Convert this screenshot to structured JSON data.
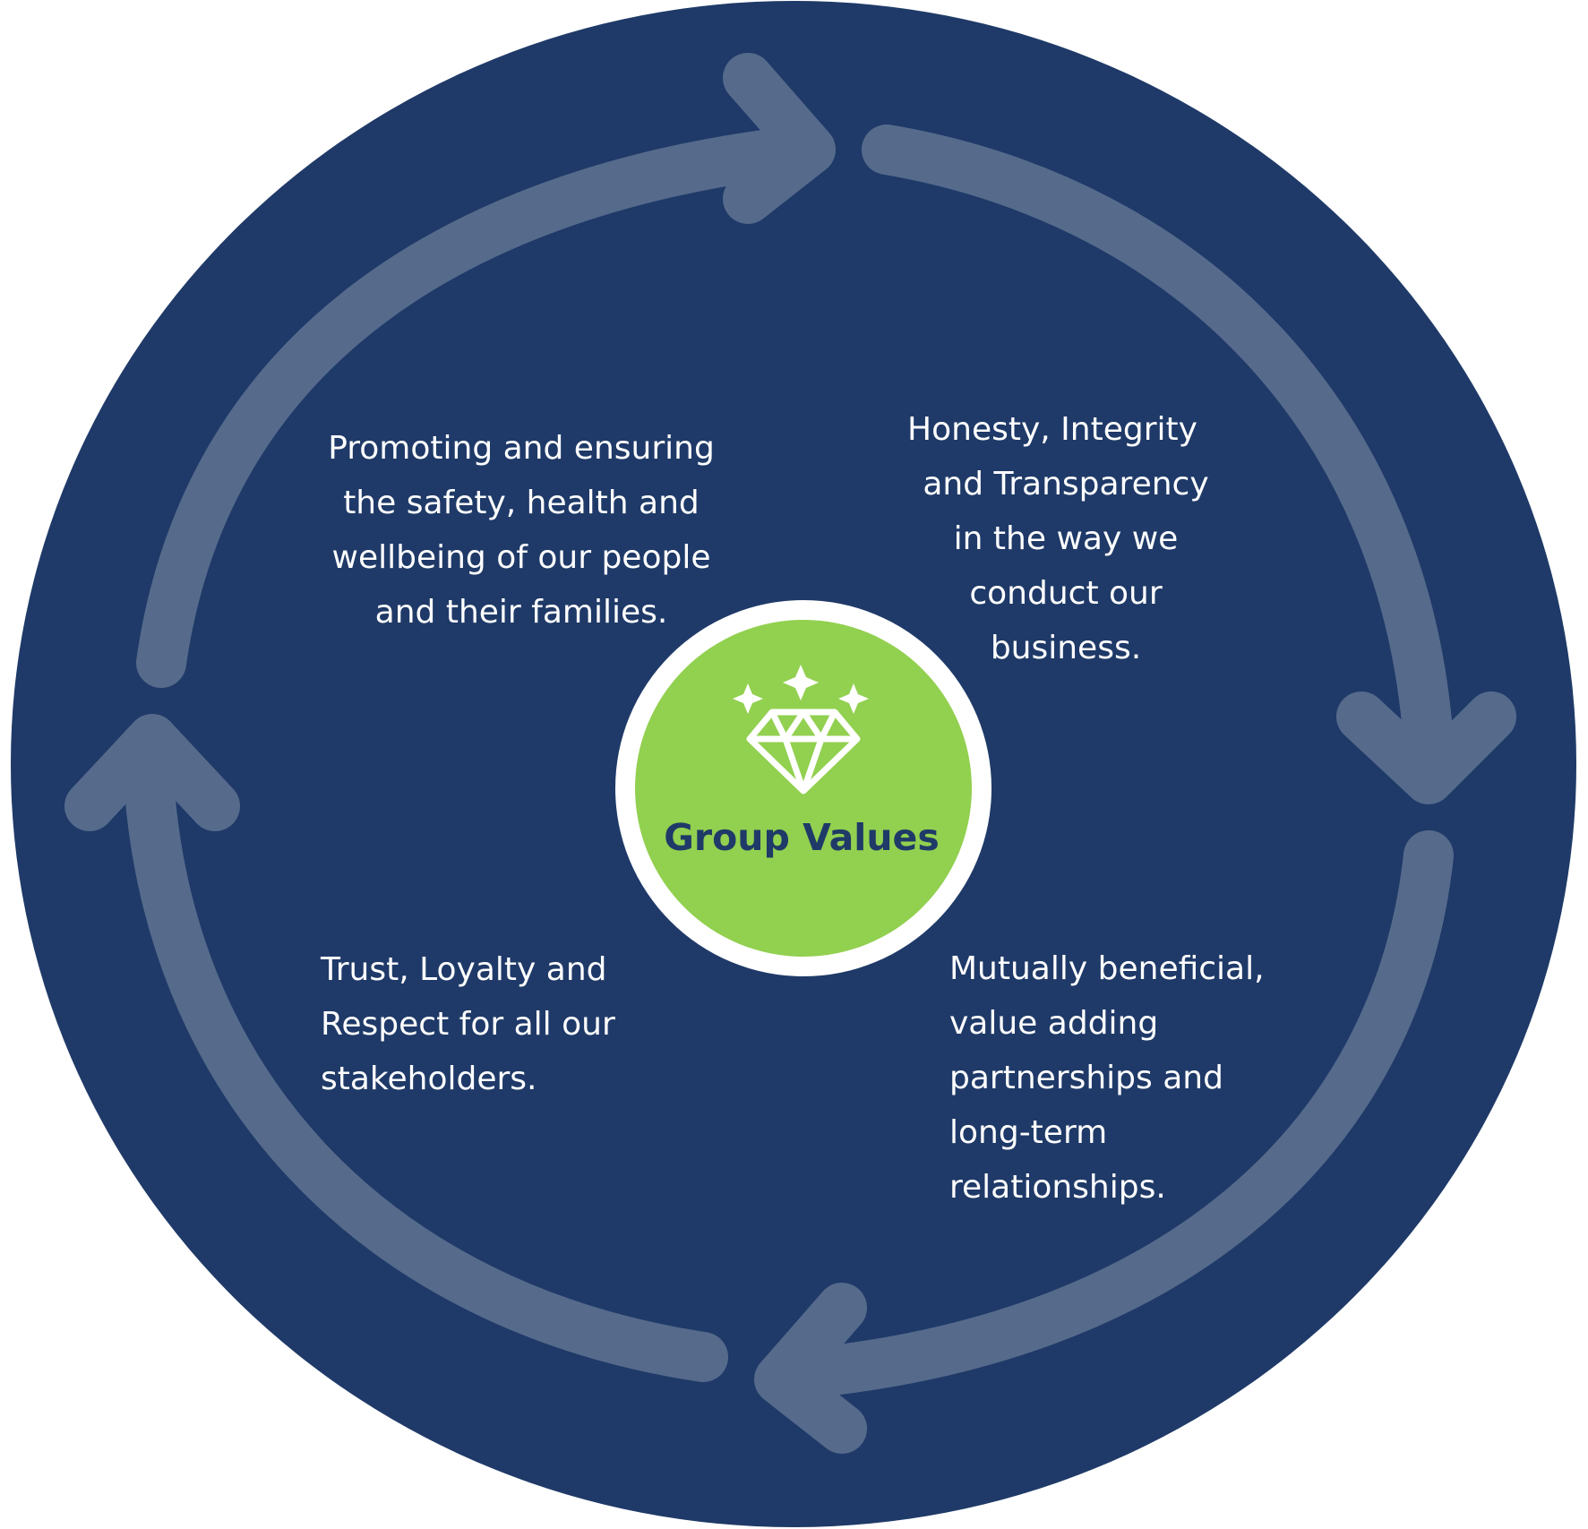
{
  "center": {
    "title": "Group Values",
    "icon": "diamond-icon"
  },
  "values": [
    {
      "id": "safety",
      "lines": [
        "Promoting and ensuring",
        "the safety, health and",
        "wellbeing of our people",
        "and their families."
      ]
    },
    {
      "id": "honesty",
      "lines": [
        "Honesty, Integrity",
        "and Transparency",
        "in the way we",
        "conduct our",
        "business."
      ]
    },
    {
      "id": "partnerships",
      "lines": [
        "Mutually beneficial,",
        "value adding",
        "partnerships and",
        "long-term",
        "relationships."
      ]
    },
    {
      "id": "trust",
      "lines": [
        "Trust, Loyalty and",
        "Respect for all our",
        "stakeholders."
      ]
    }
  ],
  "colors": {
    "background_circle": "#1f3a68",
    "arrows": "#566b8c",
    "center_fill": "#92d050",
    "center_ring": "#ffffff",
    "center_text": "#1f3a68",
    "text": "#ffffff"
  }
}
